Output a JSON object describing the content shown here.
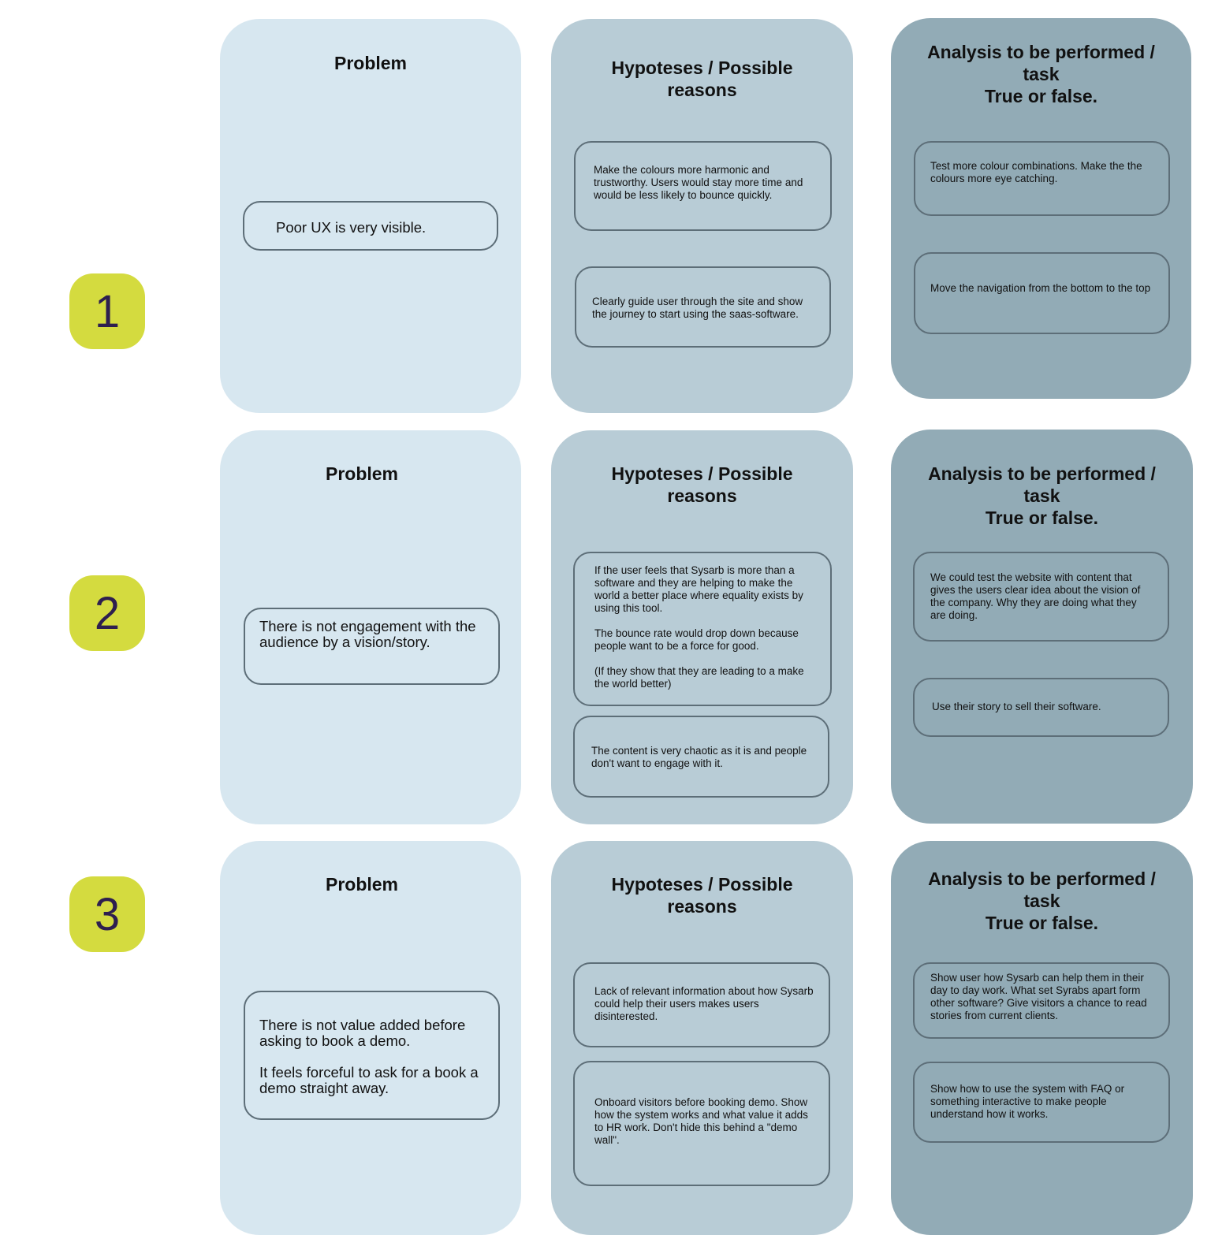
{
  "rows": [
    {
      "number": "1",
      "problem": {
        "title": "Problem",
        "items": [
          "Poor UX is very visible."
        ]
      },
      "hypotheses": {
        "title": "Hypoteses / Possible\nreasons",
        "items": [
          "Make the colours more harmonic and trustworthy. Users would stay more time and would be less likely to bounce quickly.",
          "Clearly guide user through the site and show the journey to start using the saas-software."
        ]
      },
      "analysis": {
        "title": "Analysis to be performed /\ntask\nTrue or false.",
        "items": [
          "Test more colour combinations. Make the the colours more eye catching.",
          "Move the navigation from the bottom to the top"
        ]
      }
    },
    {
      "number": "2",
      "problem": {
        "title": "Problem",
        "items": [
          "There is not engagement with the audience by a vision/story."
        ]
      },
      "hypotheses": {
        "title": "Hypoteses / Possible\nreasons",
        "items": [
          "If the user feels that Sysarb is more than a software and they are helping to make the world a better place where equality exists by using this tool.\n\nThe bounce rate would drop down because people want to be a force for good.\n\n(If they show that they are leading to a make the world better)",
          "The content is very chaotic as it is and people don't want to engage with it."
        ]
      },
      "analysis": {
        "title": "Analysis to be performed /\ntask\nTrue or false.",
        "items": [
          "We could test the website with content that gives the users clear idea about the vision of the company. Why they are doing what they are doing.",
          "Use their story to sell their software."
        ]
      }
    },
    {
      "number": "3",
      "problem": {
        "title": "Problem",
        "items": [
          "There is not value added before asking to book a demo.\n\nIt feels forceful to ask for a book a demo straight away."
        ]
      },
      "hypotheses": {
        "title": "Hypoteses / Possible\nreasons",
        "items": [
          "Lack of relevant information about how Sysarb could help their users makes users disinterested.",
          "Onboard visitors before booking demo. Show how the system works and what value it adds to HR work. Don't hide this behind a \"demo wall\"."
        ]
      },
      "analysis": {
        "title": "Analysis to be performed /\ntask\nTrue or false.",
        "items": [
          "Show user how Sysarb can help them in their day to day work. What set Syrabs apart form other software? Give visitors a chance to read stories from current clients.",
          "Show how to use the system with FAQ or something interactive to make people understand how it works."
        ]
      }
    }
  ]
}
